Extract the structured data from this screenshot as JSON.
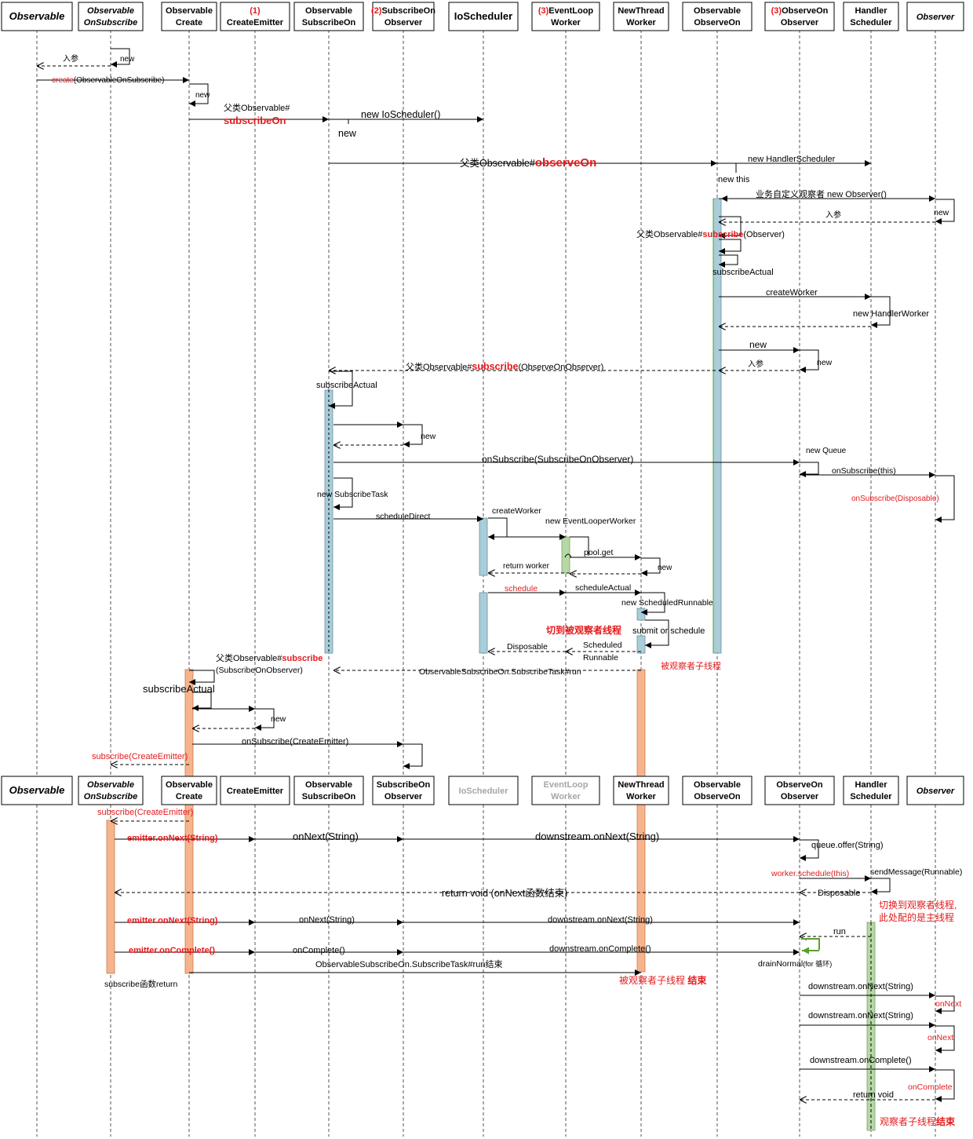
{
  "colors": {
    "line": "#000000",
    "highlight": "#e41a1c",
    "blue_bar": "#a9cdd9",
    "orange_bar": "#f6b48d",
    "green_bar": "#b6d7a8",
    "green_line": "#5aa02c",
    "lifeline": "#555555",
    "inactive_text": "#a6a6a6",
    "box_border": "#000000"
  },
  "participants": [
    {
      "id": "observable",
      "l1": "Observable",
      "l2": "",
      "red": "",
      "italic": true,
      "big": true
    },
    {
      "id": "oos",
      "l1": "Observable",
      "l2": "OnSubscribe",
      "red": "",
      "italic": true
    },
    {
      "id": "oc",
      "l1": "Observable",
      "l2": "Create",
      "red": ""
    },
    {
      "id": "ce",
      "l1": "CreateEmitter",
      "l2": "",
      "red": "(1)"
    },
    {
      "id": "os",
      "l1": "Observable",
      "l2": "SubscribeOn",
      "red": ""
    },
    {
      "id": "soo",
      "l1": "SubscribeOn",
      "l2": "Observer",
      "red": "(2)"
    },
    {
      "id": "io",
      "l1": "IoScheduler",
      "l2": "",
      "red": "",
      "big": true
    },
    {
      "id": "elw",
      "l1": "EventLoop",
      "l2": "Worker",
      "red": "(3)"
    },
    {
      "id": "ntw",
      "l1": "NewThread",
      "l2": "Worker",
      "red": ""
    },
    {
      "id": "oo",
      "l1": "Observable",
      "l2": "ObserveOn",
      "red": ""
    },
    {
      "id": "ooo",
      "l1": "ObserveOn",
      "l2": "Observer",
      "red": "(3)"
    },
    {
      "id": "hs",
      "l1": "Handler",
      "l2": "Scheduler",
      "red": ""
    },
    {
      "id": "observer",
      "l1": "Observer",
      "l2": "",
      "red": "",
      "italic": true
    }
  ],
  "participants_bottom": [
    {
      "id": "observable",
      "l1": "Observable",
      "l2": "",
      "italic": true,
      "big": true
    },
    {
      "id": "oos",
      "l1": "Observable",
      "l2": "OnSubscribe",
      "italic": true
    },
    {
      "id": "oc",
      "l1": "Observable",
      "l2": "Create"
    },
    {
      "id": "ce",
      "l1": "CreateEmitter",
      "l2": ""
    },
    {
      "id": "os",
      "l1": "Observable",
      "l2": "SubscribeOn"
    },
    {
      "id": "soo",
      "l1": "SubscribeOn",
      "l2": "Observer"
    },
    {
      "id": "io",
      "l1": "IoScheduler",
      "l2": "",
      "grey": true
    },
    {
      "id": "elw",
      "l1": "EventLoop",
      "l2": "Worker",
      "grey": true
    },
    {
      "id": "ntw",
      "l1": "NewThread",
      "l2": "Worker"
    },
    {
      "id": "oo",
      "l1": "Observable",
      "l2": "ObserveOn"
    },
    {
      "id": "ooo",
      "l1": "ObserveOn",
      "l2": "Observer"
    },
    {
      "id": "hs",
      "l1": "Handler",
      "l2": "Scheduler"
    },
    {
      "id": "observer",
      "l1": "Observer",
      "l2": "",
      "italic": true
    }
  ],
  "messages": [
    {
      "id": "m-new-oos",
      "label": "new"
    },
    {
      "id": "m-param-1",
      "label": "入参"
    },
    {
      "id": "m-create",
      "label": "create",
      "label_rest": "(ObservableOnSubscribe)"
    },
    {
      "id": "m-new-oc",
      "label": "new"
    },
    {
      "id": "m-subscribeon",
      "label": "父类Observable#",
      "label2": "subscribeOn"
    },
    {
      "id": "m-new-io",
      "label": "new IoScheduler()"
    },
    {
      "id": "m-new-os",
      "label": "new"
    },
    {
      "id": "m-observeon",
      "label": "父类Observable#",
      "label2": "observeOn"
    },
    {
      "id": "m-new-hs",
      "label": "new HandlerScheduler"
    },
    {
      "id": "m-new-this",
      "label": "new this"
    },
    {
      "id": "m-new-observer",
      "label": "业务自定义观察者 new Observer()"
    },
    {
      "id": "m-new-observer-self",
      "label": "new"
    },
    {
      "id": "m-param-2",
      "label": "入参"
    },
    {
      "id": "m-subscribe-observer",
      "label": "父类Observable#",
      "label2": "subscribe",
      "label3": "(Observer)"
    },
    {
      "id": "m-subscribe-actual-1",
      "label": "subscribeActual"
    },
    {
      "id": "m-create-worker-1",
      "label": "createWorker"
    },
    {
      "id": "m-new-handler-worker",
      "label": "new HandlerWorker"
    },
    {
      "id": "m-new-ooo",
      "label": "new"
    },
    {
      "id": "m-param-3",
      "label": "入参"
    },
    {
      "id": "m-new-ooo-self",
      "label": "new"
    },
    {
      "id": "m-subscribe-ooo",
      "label": "父类Observable#",
      "label2": "subscribe",
      "label3": "(ObserveOnObserver)"
    },
    {
      "id": "m-subscribe-actual-2",
      "label": "subscribeActual"
    },
    {
      "id": "m-new-soo",
      "label": "new"
    },
    {
      "id": "m-onsubscribe-soo",
      "label": "onSubscribe(SubscribeOnObserver)"
    },
    {
      "id": "m-new-queue",
      "label": "new Queue"
    },
    {
      "id": "m-onsubscribe-this",
      "label": "onSubscribe(this)"
    },
    {
      "id": "m-onsubscribe-disposable",
      "label": "onSubscribe(Disposable)"
    },
    {
      "id": "m-new-subscribe-task",
      "label": "new SubscribeTask"
    },
    {
      "id": "m-schedule-direct",
      "label": "scheduleDirect"
    },
    {
      "id": "m-create-worker-2",
      "label": "createWorker"
    },
    {
      "id": "m-new-elw",
      "label": "new EventLooperWorker"
    },
    {
      "id": "m-pool-get",
      "label": "pool.get"
    },
    {
      "id": "m-new-ntw",
      "label": "new"
    },
    {
      "id": "m-return-worker",
      "label": "return worker"
    },
    {
      "id": "m-schedule",
      "label": "schedule"
    },
    {
      "id": "m-schedule-actual",
      "label": "scheduleActual"
    },
    {
      "id": "m-new-sr",
      "label": "new ScheduledRunnable"
    },
    {
      "id": "m-switch-thread",
      "label": "切到被观察者线程"
    },
    {
      "id": "m-submit",
      "label": "submit or schedule"
    },
    {
      "id": "m-disposable-1",
      "label": "Disposable"
    },
    {
      "id": "m-scheduled-runnable",
      "label": "Scheduled",
      "label2": "Runnable"
    },
    {
      "id": "m-subscribe-soo",
      "label": "父类Observable#",
      "label2": "subscribe",
      "label3": "(SubscribeOnObserver)"
    },
    {
      "id": "m-subscribe-task-run",
      "label": "ObservableSubscribeOn.SubscribeTask#run"
    },
    {
      "id": "m-child-thread",
      "label": "被观察者子线程"
    },
    {
      "id": "m-subscribe-actual-3",
      "label": "subscribeActual"
    },
    {
      "id": "m-new-ce",
      "label": "new"
    },
    {
      "id": "m-onsubscribe-ce",
      "label": "onSubscribe(CreateEmitter)"
    },
    {
      "id": "m-subscribe-ce",
      "label": "subscribe(CreateEmitter)"
    },
    {
      "id": "m-subscribe-ce-2",
      "label": "subscribe(CreateEmitter)"
    },
    {
      "id": "m-emitter-onnext-1",
      "label": "emitter.onNext(String)"
    },
    {
      "id": "m-onnext-1",
      "label": "onNext(String)"
    },
    {
      "id": "m-downstream-onnext-1",
      "label": "downstream.onNext(String)"
    },
    {
      "id": "m-queue-offer",
      "label": "queue.offer(String)"
    },
    {
      "id": "m-worker-schedule",
      "label": "worker.schedule(this)"
    },
    {
      "id": "m-send-message",
      "label": "sendMessage(Runnable)"
    },
    {
      "id": "m-disposable-2",
      "label": "Disposable"
    },
    {
      "id": "m-return-void-1",
      "label": "return void (onNext函数结束)"
    },
    {
      "id": "m-switch-observer",
      "label": "切换到观察者线程,",
      "label2": "此处配的是主线程"
    },
    {
      "id": "m-emitter-onnext-2",
      "label": "emitter.onNext(String)"
    },
    {
      "id": "m-onnext-2",
      "label": "onNext(String)"
    },
    {
      "id": "m-downstream-onnext-2",
      "label": "downstream.onNext(String)"
    },
    {
      "id": "m-run",
      "label": "run"
    },
    {
      "id": "m-emitter-oncomplete",
      "label": "emitter.onComplete()"
    },
    {
      "id": "m-oncomplete",
      "label": "onComplete()"
    },
    {
      "id": "m-downstream-oncomplete-1",
      "label": "downstream.onComplete()"
    },
    {
      "id": "m-drain-normal",
      "label": "drainNormal",
      "label2": "(for 循环)"
    },
    {
      "id": "m-task-run-end",
      "label": "ObservableSubscribeOn.SubscribeTask#run结束"
    },
    {
      "id": "m-subscribe-return",
      "label": "subscribe函数return"
    },
    {
      "id": "m-child-thread-end",
      "label": "被观察者子线程 ",
      "label2": "结束"
    },
    {
      "id": "m-downstream-onnext-3",
      "label": "downstream.onNext(String)"
    },
    {
      "id": "m-observer-onnext-1",
      "label": "onNext"
    },
    {
      "id": "m-downstream-onnext-4",
      "label": "downstream.onNext(String)"
    },
    {
      "id": "m-observer-onnext-2",
      "label": "onNext"
    },
    {
      "id": "m-downstream-oncomplete-2",
      "label": "downstream.onComplete()"
    },
    {
      "id": "m-observer-oncomplete",
      "label": "onComplete"
    },
    {
      "id": "m-return-void-2",
      "label": "return void"
    },
    {
      "id": "m-observer-thread-end",
      "label": "观察者子线程",
      "label2": "结束"
    }
  ]
}
